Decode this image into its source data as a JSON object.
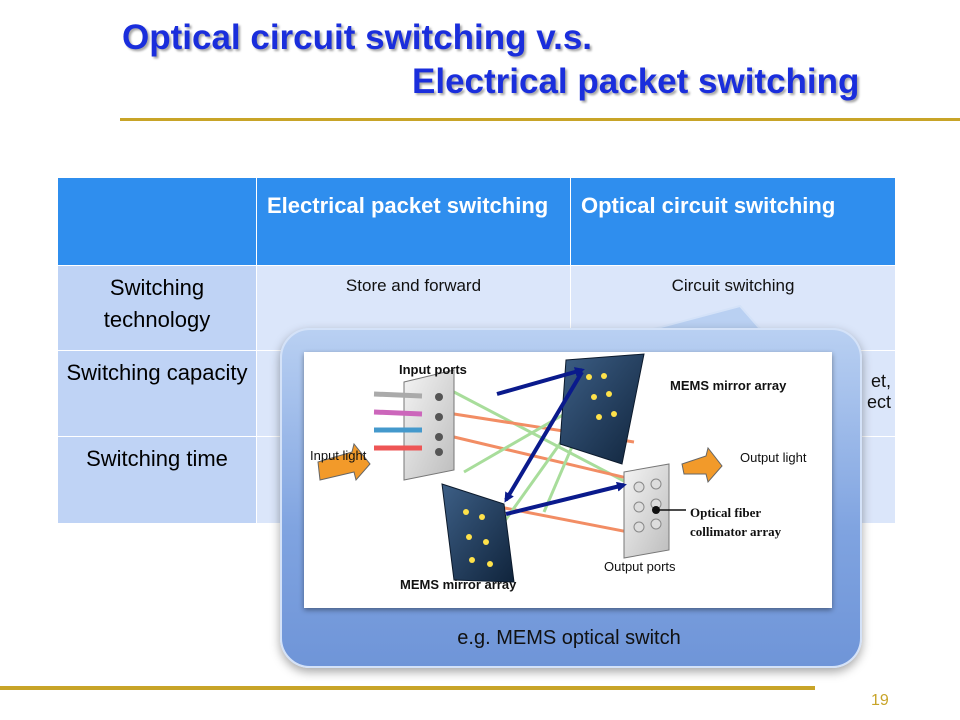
{
  "slide": {
    "title_line1": "Optical circuit switching v.s.",
    "title_line2": "Electrical packet switching",
    "page_number": "19"
  },
  "table": {
    "headers": [
      "",
      "Electrical packet switching",
      "Optical circuit switching"
    ],
    "rows": [
      {
        "label": "Switching technology",
        "electrical": "Store and forward",
        "optical": "Circuit switching"
      },
      {
        "label": "Switching capacity",
        "electrical": "",
        "optical": "et,\nect"
      },
      {
        "label": "Switching time",
        "electrical": "",
        "optical": ""
      }
    ]
  },
  "callout": {
    "caption": "e.g.  MEMS optical switch",
    "diagram_labels": {
      "input_ports": "Input ports",
      "mems_top": "MEMS mirror array",
      "input_light": "Input light",
      "output_light": "Output light",
      "optical_fiber_1": "Optical fiber",
      "optical_fiber_2": "collimator array",
      "mems_bottom": "MEMS mirror array",
      "output_ports": "Output ports"
    }
  },
  "colors": {
    "title": "#1a2edc",
    "rule": "#c8a428",
    "header_bg": "#2f8eee",
    "rowhead_bg": "#bfd3f5",
    "cell_bg": "#dbe6fa",
    "arrow": "#0a1a8c"
  }
}
